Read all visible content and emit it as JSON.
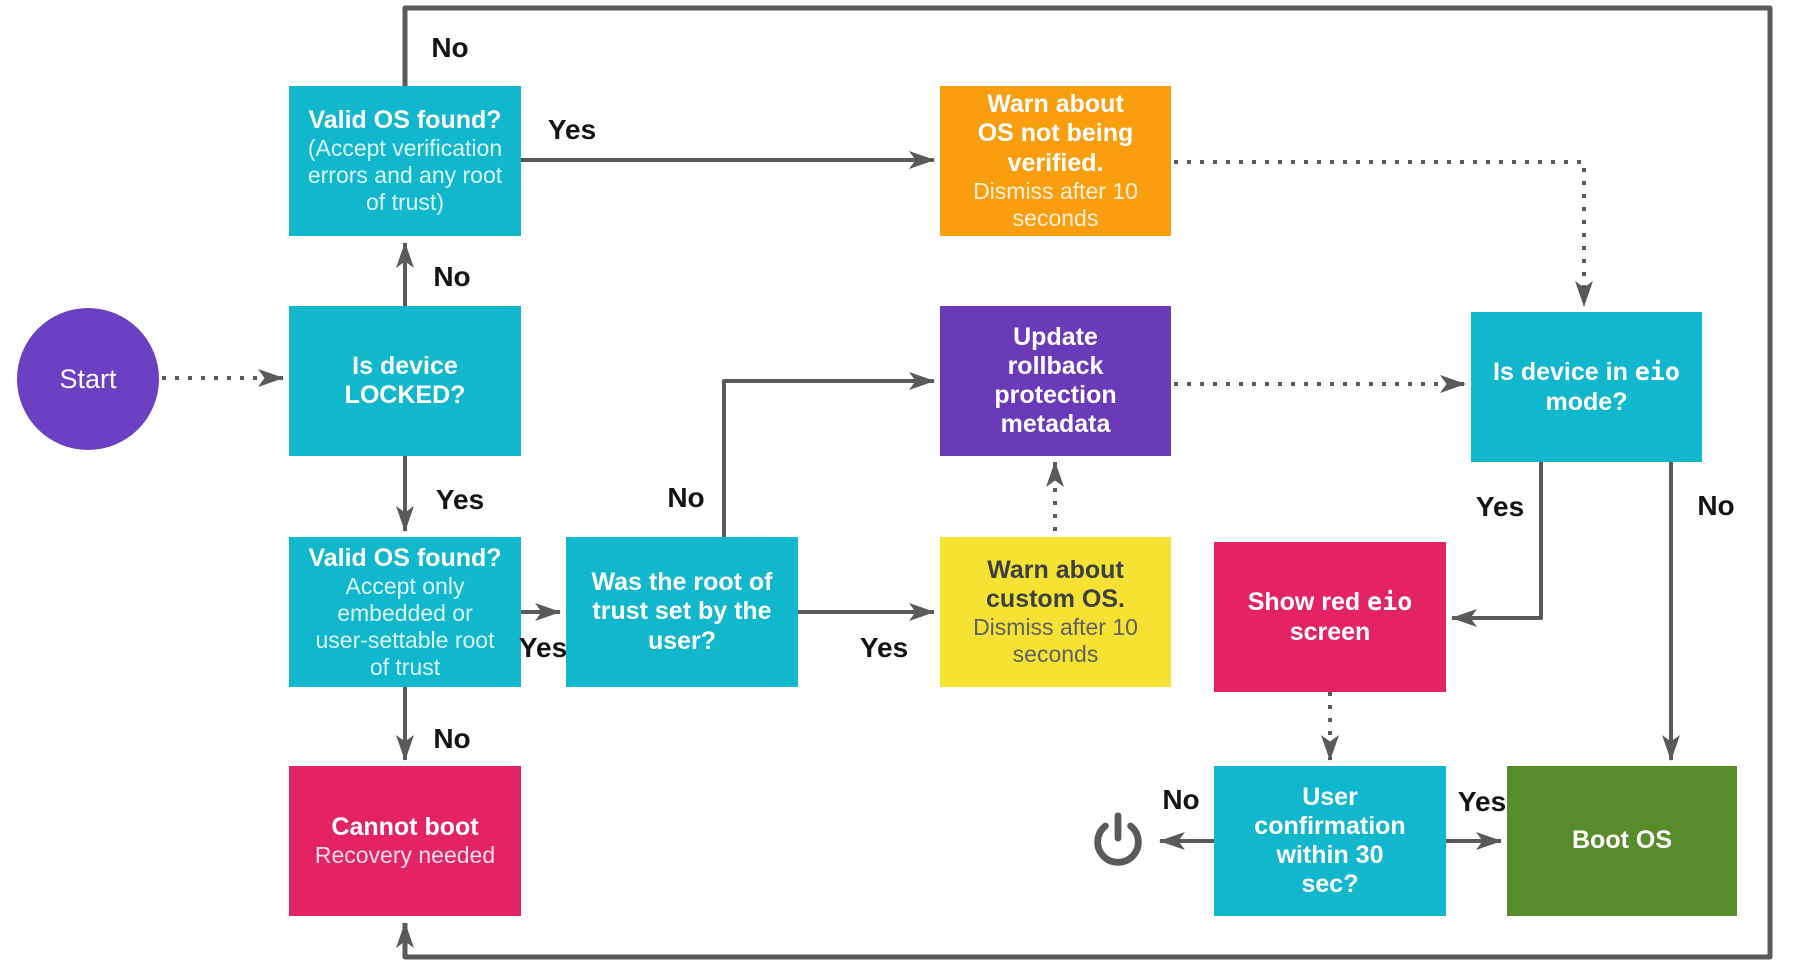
{
  "canvas": {
    "background": "#ffffff",
    "line_color": "#5a5a5a",
    "label_color": "#141414"
  },
  "start": {
    "label": "Start",
    "color": "#6b40c3"
  },
  "nodes": {
    "valid_os_locked": {
      "title": "Valid OS found?",
      "subtitle": "(Accept verification errors and any root of trust)",
      "color": "#11b7cd"
    },
    "warn_not_verified": {
      "title": "Warn about OS not being verified.",
      "subtitle": "Dismiss after 10 seconds",
      "color": "#f99f0f"
    },
    "is_device_locked": {
      "title": "Is device LOCKED?",
      "color": "#11b7cd"
    },
    "update_rollback": {
      "title": "Update rollback protection metadata",
      "color": "#6a3ab9"
    },
    "is_device_eio": {
      "title_pre": "Is device in ",
      "title_mono": "eio",
      "title_post": " mode?",
      "color": "#11b7cd"
    },
    "valid_os_unlocked": {
      "title": "Valid OS found?",
      "subtitle": "Accept only embedded or user-settable root of trust",
      "color": "#11b7cd"
    },
    "was_root_user": {
      "title": "Was the root of trust set by the user?",
      "color": "#11b7cd"
    },
    "warn_custom_os": {
      "title": "Warn about custom OS.",
      "subtitle": "Dismiss after 10 seconds",
      "color": "#f5e233"
    },
    "show_red_eio": {
      "title_pre": "Show red ",
      "title_mono": "eio",
      "title_post": " screen",
      "color": "#e32365"
    },
    "cannot_boot": {
      "title": "Cannot boot",
      "subtitle": "Recovery needed",
      "color": "#e32365"
    },
    "user_confirmation": {
      "title": "User confirmation within 30 sec?",
      "color": "#11b7cd"
    },
    "boot_os": {
      "title": "Boot OS",
      "color": "#588c2a"
    }
  },
  "edge_labels": {
    "top_no": "No",
    "locked_no": "No",
    "row1_yes": "Yes",
    "locked_yes": "Yes",
    "valid2_yes": "Yes",
    "root_no": "No",
    "root_yes": "Yes",
    "valid2_no": "No",
    "eio_yes": "Yes",
    "eio_no": "No",
    "conf_no": "No",
    "conf_yes": "Yes"
  },
  "icons": {
    "power": "power-off-symbol"
  }
}
